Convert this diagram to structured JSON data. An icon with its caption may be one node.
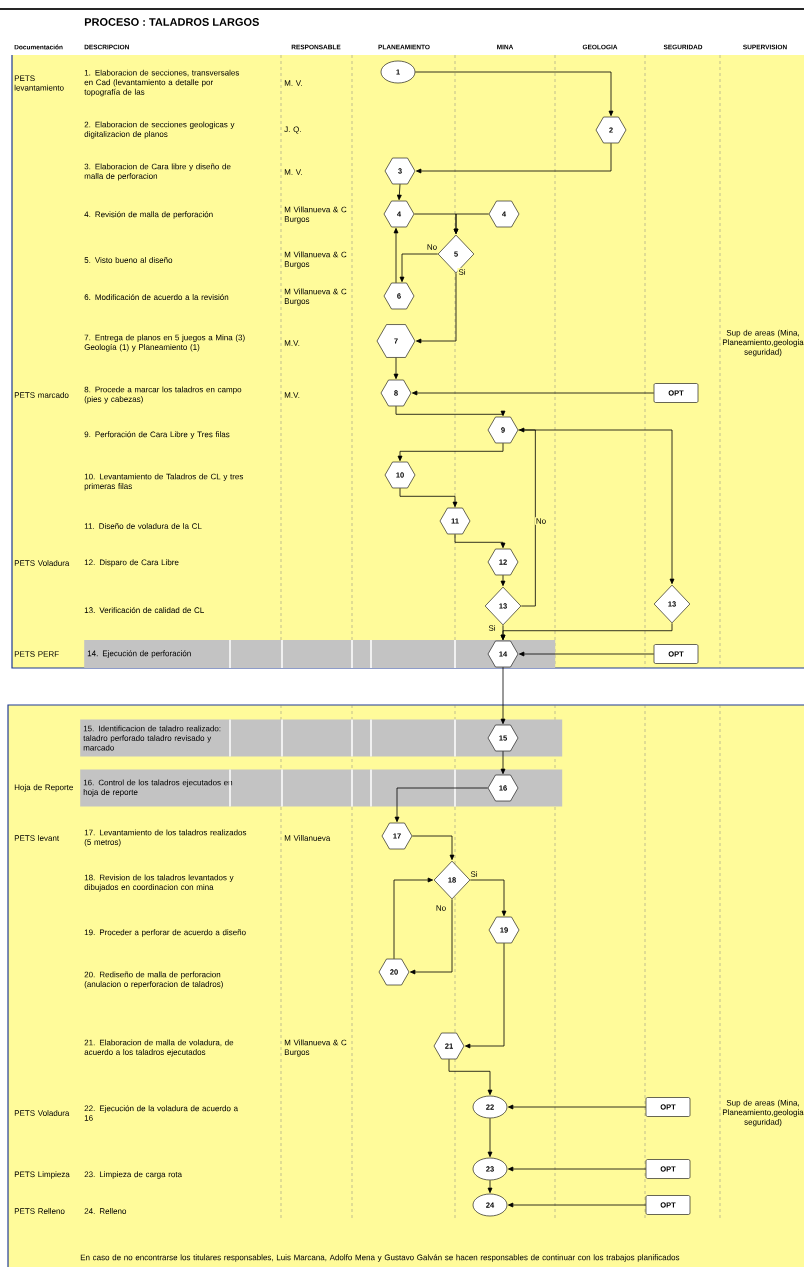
{
  "diagram": {
    "title": "PROCESO : TALADROS LARGOS",
    "nodes": [
      {
        "text": [
          "1"
        ]
      },
      {
        "text": [
          "2"
        ]
      },
      {
        "text": [
          "3"
        ]
      },
      {
        "text": [
          "4"
        ]
      },
      {
        "text": [
          "4"
        ]
      },
      {
        "text": [
          "5"
        ]
      },
      {
        "text": [
          "6"
        ]
      },
      {
        "text": [
          "7"
        ]
      },
      {
        "text": [
          "8"
        ]
      },
      {
        "text": [
          "OPT"
        ]
      },
      {
        "text": [
          "9"
        ]
      },
      {
        "text": [
          "10"
        ]
      },
      {
        "text": [
          "11"
        ]
      },
      {
        "text": [
          "12"
        ]
      },
      {
        "text": [
          "13"
        ]
      },
      {
        "text": [
          "13"
        ]
      },
      {
        "text": [
          "14. Ejecución de perforación"
        ]
      },
      {
        "text": [
          "14"
        ],
        "in": 16
      },
      {
        "text": [
          "OPT"
        ]
      },
      {
        "text": [
          "15. Identificacion de taladro realizado: taladro perforado taladro revisado y marcado"
        ]
      },
      {
        "text": [
          "15"
        ],
        "in": 19
      },
      {
        "text": [
          "16. Control de los taladros ejecutados en hoja de reporte"
        ]
      },
      {
        "text": [
          "16"
        ],
        "in": 21
      },
      {
        "text": [
          "17"
        ]
      },
      {
        "text": [
          "18"
        ]
      },
      {
        "text": [
          "19"
        ]
      },
      {
        "text": [
          "20"
        ]
      },
      {
        "text": [
          "21"
        ]
      },
      {
        "text": [
          "22"
        ]
      },
      {
        "text": [
          "OPT"
        ]
      },
      {
        "text": [
          "23"
        ]
      },
      {
        "text": [
          "OPT"
        ]
      },
      {
        "text": [
          "24"
        ]
      },
      {
        "text": [
          "OPT"
        ]
      }
    ],
    "edges": [
      {
        "from": 0,
        "to": 1,
        "arrow": "to"
      },
      {
        "from": 1,
        "to": 2,
        "arrow": "to"
      },
      {
        "from": 2,
        "to": 3,
        "arrow": "to"
      },
      {
        "from": 3,
        "to": 5,
        "arrow": "to"
      },
      {
        "from": 4,
        "to": 5,
        "arrow": "to"
      },
      {
        "from": 5,
        "to": 6,
        "arrow": "to",
        "label": "No"
      },
      {
        "from": 6,
        "to": 3,
        "arrow": "to"
      },
      {
        "from": 5,
        "to": 7,
        "arrow": "to",
        "label": "Si"
      },
      {
        "from": 7,
        "to": 8,
        "arrow": "to"
      },
      {
        "from": 9,
        "to": 8,
        "arrow": "to"
      },
      {
        "from": 8,
        "to": 10,
        "arrow": "to"
      },
      {
        "from": 10,
        "to": 11,
        "arrow": "to"
      },
      {
        "from": 11,
        "to": 12,
        "arrow": "to"
      },
      {
        "from": 12,
        "to": 13,
        "arrow": "to"
      },
      {
        "from": 13,
        "to": 14,
        "arrow": "to"
      },
      {
        "from": 14,
        "to": 10,
        "arrow": "to",
        "label": "No"
      },
      {
        "from": 10,
        "to": 15,
        "arrow": "to"
      },
      {
        "from": 14,
        "to": 17,
        "arrow": "to",
        "label": "Si"
      },
      {
        "from": 15,
        "to": 17,
        "arrow": "to"
      },
      {
        "from": 18,
        "to": 17,
        "arrow": "to"
      },
      {
        "from": 17,
        "to": 20,
        "arrow": "to"
      },
      {
        "from": 20,
        "to": 22,
        "arrow": "to"
      },
      {
        "from": 22,
        "to": 23,
        "arrow": "to"
      },
      {
        "from": 23,
        "to": 24,
        "arrow": "to"
      },
      {
        "from": 24,
        "to": 25,
        "arrow": "to",
        "label": "Si"
      },
      {
        "from": 24,
        "to": 26,
        "arrow": "to",
        "label": "No"
      },
      {
        "from": 26,
        "to": 24,
        "arrow": "to"
      },
      {
        "from": 25,
        "to": 27,
        "arrow": "to"
      },
      {
        "from": 27,
        "to": 28,
        "arrow": "to"
      },
      {
        "from": 29,
        "to": 28,
        "arrow": "to"
      },
      {
        "from": 28,
        "to": 30,
        "arrow": "to"
      },
      {
        "from": 31,
        "to": 30,
        "arrow": "to"
      },
      {
        "from": 30,
        "to": 32,
        "arrow": "to"
      },
      {
        "from": 33,
        "to": 32,
        "arrow": "to"
      }
    ],
    "labels": [
      "Documentación",
      "DESCRIPCION",
      "RESPONSABLE",
      "PLANEAMIENTO",
      "MINA",
      "GEOLOGIA",
      "SEGURIDAD",
      "SUPERVISION",
      "PETS levantamiento",
      "1. Elaboracion de secciones, transversales en Cad (levantamiento a detalle por topografía de las",
      "M. V.",
      "2. Elaboracion de secciones geologicas y digitalizacion de planos",
      "J. Q.",
      "3. Elaboracion de Cara libre y diseño de malla de perforacion",
      "M. V.",
      "4. Revisión de malla de perforación",
      "M Villanueva & C Burgos",
      "5. Visto bueno al diseño",
      "M Villanueva & C Burgos",
      "6. Modificación de acuerdo a la revisión",
      "M Villanueva & C Burgos",
      "7. Entrega de planos en 5 juegos a Mina (3) Geología (1) y Planeamiento (1)",
      "M.V.",
      "Sup de areas (Mina, Planeamiento,geologia seguridad)",
      "PETS marcado",
      "8. Procede a marcar los taladros en campo (pies y cabezas)",
      "M.V.",
      "9. Perforación de Cara Libre y Tres filas",
      "10. Levantamiento de Taladros de CL y tres primeras filas",
      "11. Diseño de voladura de la CL",
      "PETS Voladura",
      "12. Disparo de Cara Libre",
      "13. Verificación de calidad de CL",
      "PETS PERF",
      "Hoja de Reporte",
      "PETS levant",
      "17. Levantamiento de los taladros realizados (5 metros)",
      "M Villanueva",
      "18. Revision de los taladros levantados y dibujados en coordinacion con mina",
      "19. Proceder a perforar de acuerdo a diseño",
      "20. Rediseño de malla de perforacion (anulacion o reperforacion de taladros)",
      "21. Elaboracion de malla de voladura, de acuerdo a los taladros ejecutados",
      "M Villanueva & C Burgos",
      "PETS Voladura",
      "22. Ejecución de la voladura de acuerdo a 16",
      "Sup de areas (Mina, Planeamiento,geologia seguridad)",
      "PETS Limpieza",
      "23. Limpieza de carga rota",
      "PETS Relleno",
      "24. Relleno",
      "En caso de no encontrarse los titulares responsables, Luis Marcana, Adolfo Mena y Gustavo Galván se hacen responsables de continuar con los trabajos planificados"
    ]
  }
}
